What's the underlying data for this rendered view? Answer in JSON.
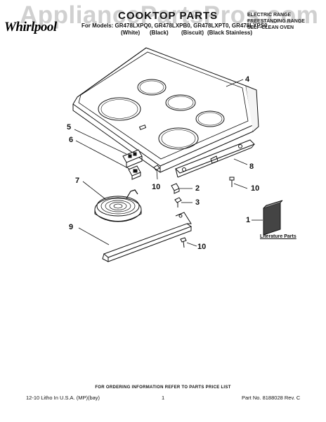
{
  "header": {
    "watermark": "AppliancePartsPros.com",
    "brand": "Whirlpool",
    "title": "COOKTOP PARTS",
    "models": "For Models: GR478LXPQ0, GR478LXPB0, GR478LXPT0, GR478LXPS0",
    "colors": [
      "(White)",
      "(Black)",
      "(Biscuit)",
      "(Black Stainless)"
    ],
    "description": [
      "ELECTRIC RANGE",
      "FREESTANDING RANGE",
      "SELF-CLEAN OVEN"
    ]
  },
  "callouts": [
    "1",
    "2",
    "3",
    "4",
    "5",
    "6",
    "7",
    "8",
    "9",
    "10",
    "10",
    "10"
  ],
  "literature_label": "Literature Parts",
  "footer": {
    "ordering_note": "FOR ORDERING INFORMATION REFER TO PARTS PRICE LIST",
    "litho": "12-10 Litho In U.S.A. (MP)(bay)",
    "page_number": "1",
    "part_number": "Part No. 8188028 Rev. C"
  }
}
